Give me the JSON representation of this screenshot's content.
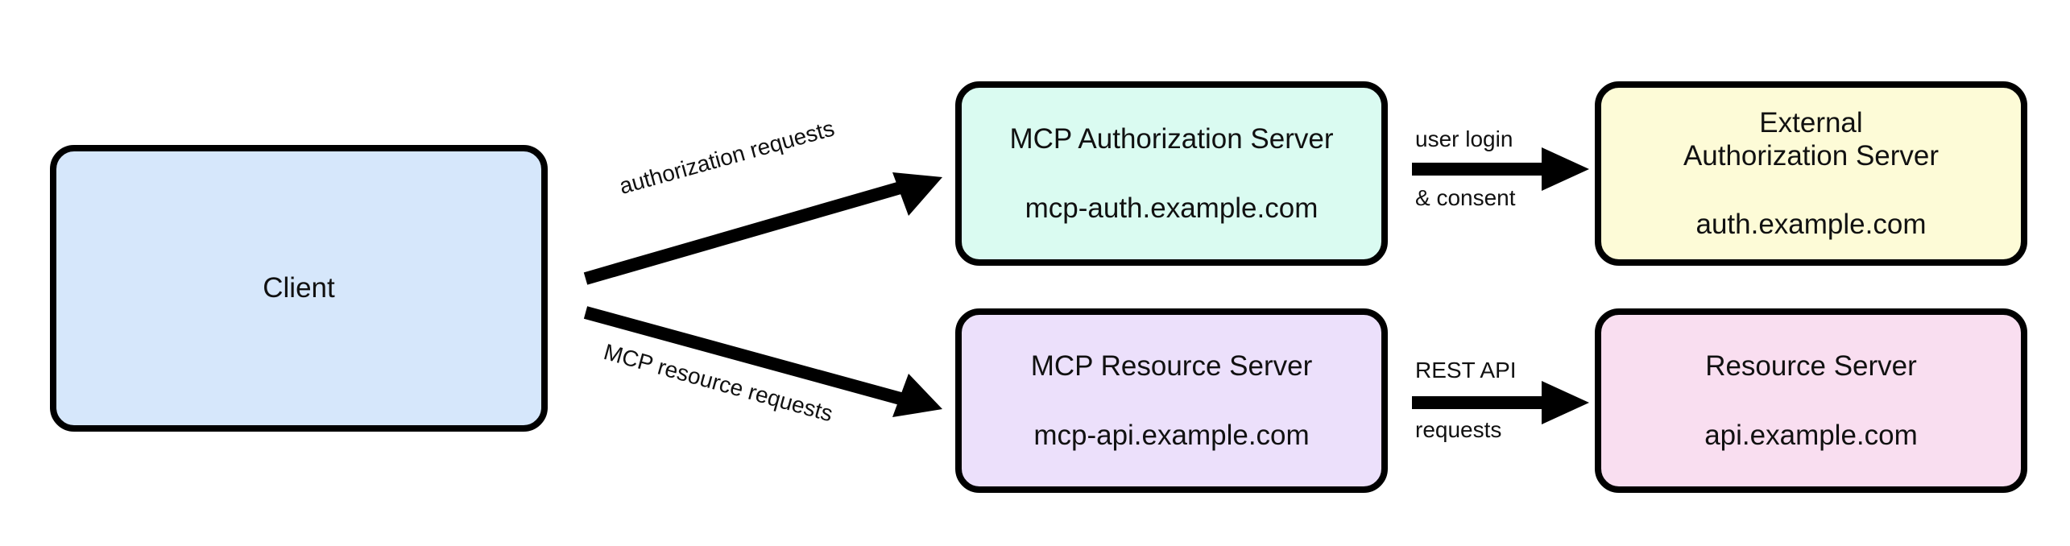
{
  "diagram": {
    "nodes": {
      "client": {
        "label": "Client",
        "fill": "#d6e7fb"
      },
      "mcp_auth": {
        "title": "MCP Authorization Server",
        "domain": "mcp-auth.example.com",
        "fill": "#dafbf1"
      },
      "external_auth": {
        "title": "External\nAuthorization Server",
        "domain": "auth.example.com",
        "fill": "#fdfbd7"
      },
      "mcp_resource": {
        "title": "MCP Resource Server",
        "domain": "mcp-api.example.com",
        "fill": "#ece0fb"
      },
      "resource_server": {
        "title": "Resource Server",
        "domain": "api.example.com",
        "fill": "#f9def0"
      }
    },
    "edges": {
      "authorization": {
        "label": "authorization requests"
      },
      "mcp_resource": {
        "label": "MCP resource requests"
      },
      "login": {
        "label_line1": "user login",
        "label_line2": "& consent"
      },
      "rest": {
        "label_line1": "REST API",
        "label_line2": "requests"
      }
    },
    "colors": {
      "stroke": "#000000",
      "text": "#111111"
    }
  }
}
